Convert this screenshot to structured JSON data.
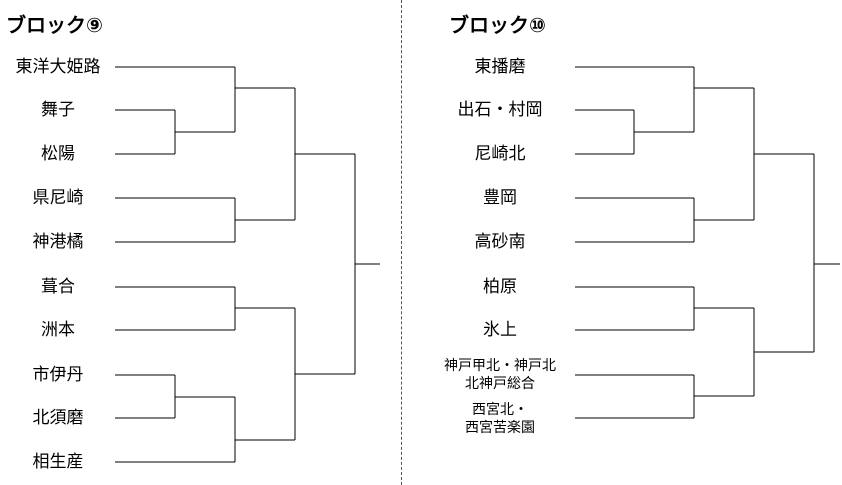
{
  "blocks": [
    {
      "title": "ブロック⑨",
      "teams": [
        "東洋大姫路",
        "舞子",
        "松陽",
        "県尼崎",
        "神港橘",
        "葺合",
        "洲本",
        "市伊丹",
        "北須磨",
        "相生産"
      ]
    },
    {
      "title": "ブロック⑩",
      "teams": [
        "東播磨",
        "出石・村岡",
        "尼崎北",
        "豊岡",
        "高砂南",
        "柏原",
        "氷上",
        "神戸甲北・神戸北\n北神戸総合",
        "西宮北・\n西宮苦楽園"
      ]
    }
  ]
}
